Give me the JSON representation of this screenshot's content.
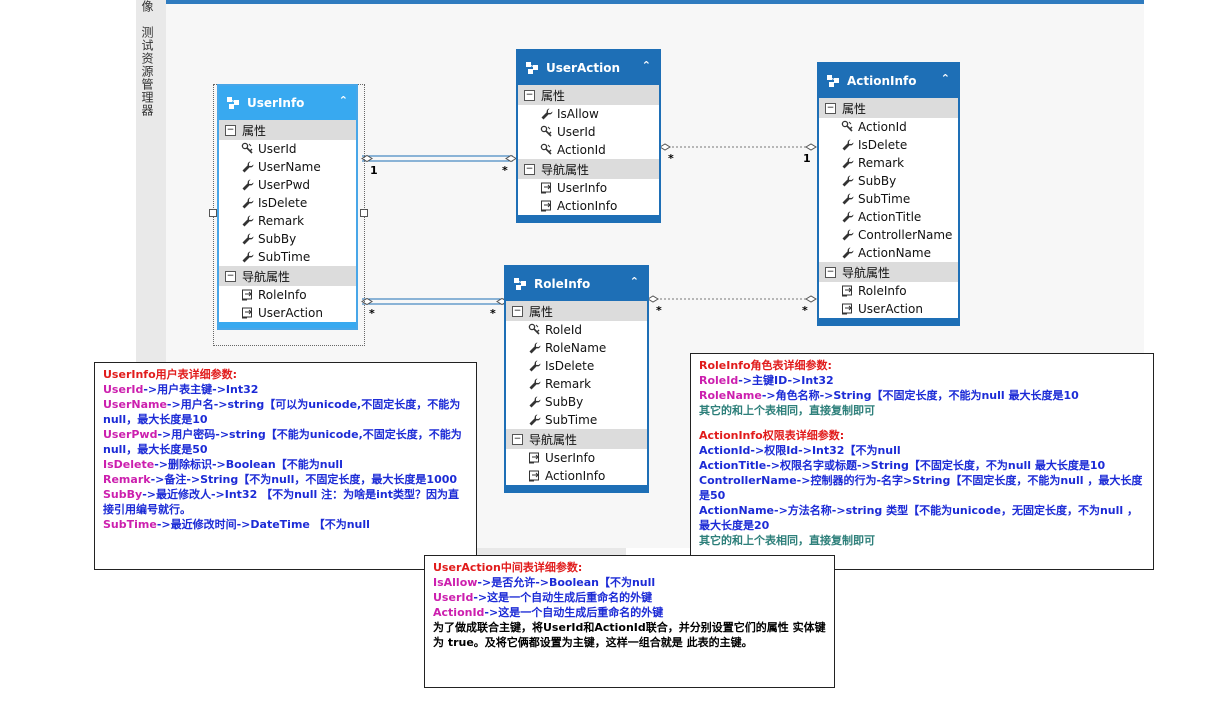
{
  "side_tabs": [
    "像",
    "测试资源管理器"
  ],
  "entities": {
    "userinfo": {
      "title": "UserInfo",
      "props_label": "属性",
      "nav_label": "导航属性",
      "props": [
        {
          "name": "UserId",
          "key": true
        },
        {
          "name": "UserName",
          "key": false
        },
        {
          "name": "UserPwd",
          "key": false
        },
        {
          "name": "IsDelete",
          "key": false
        },
        {
          "name": "Remark",
          "key": false
        },
        {
          "name": "SubBy",
          "key": false
        },
        {
          "name": "SubTime",
          "key": false
        }
      ],
      "navs": [
        "RoleInfo",
        "UserAction"
      ]
    },
    "useraction": {
      "title": "UserAction",
      "props_label": "属性",
      "nav_label": "导航属性",
      "props": [
        {
          "name": "IsAllow",
          "key": false
        },
        {
          "name": "UserId",
          "key": true
        },
        {
          "name": "ActionId",
          "key": true
        }
      ],
      "navs": [
        "UserInfo",
        "ActionInfo"
      ]
    },
    "actioninfo": {
      "title": "ActionInfo",
      "props_label": "属性",
      "nav_label": "导航属性",
      "props": [
        {
          "name": "ActionId",
          "key": true
        },
        {
          "name": "IsDelete",
          "key": false
        },
        {
          "name": "Remark",
          "key": false
        },
        {
          "name": "SubBy",
          "key": false
        },
        {
          "name": "SubTime",
          "key": false
        },
        {
          "name": "ActionTitle",
          "key": false
        },
        {
          "name": "ControllerName",
          "key": false
        },
        {
          "name": "ActionName",
          "key": false
        }
      ],
      "navs": [
        "RoleInfo",
        "UserAction"
      ]
    },
    "roleinfo": {
      "title": "RoleInfo",
      "props_label": "属性",
      "nav_label": "导航属性",
      "props": [
        {
          "name": "RoleId",
          "key": true
        },
        {
          "name": "RoleName",
          "key": false
        },
        {
          "name": "IsDelete",
          "key": false
        },
        {
          "name": "Remark",
          "key": false
        },
        {
          "name": "SubBy",
          "key": false
        },
        {
          "name": "SubTime",
          "key": false
        }
      ],
      "navs": [
        "UserInfo",
        "ActionInfo"
      ]
    }
  },
  "multiplicities": {
    "ui_ua_left": "1",
    "ui_ua_right": "*",
    "ua_ai_left": "*",
    "ua_ai_right": "1",
    "ui_ri_left": "*",
    "ui_ri_right": "*",
    "ri_ai_left": "*",
    "ri_ai_right": "*"
  },
  "notes": {
    "userinfo": [
      [
        {
          "c": "red",
          "t": "UserInfo用户表详细参数:"
        }
      ],
      [
        {
          "c": "mag",
          "t": "UserId"
        },
        {
          "c": "blue",
          "t": "->用户表主键->Int32"
        }
      ],
      [
        {
          "c": "mag",
          "t": "UserName"
        },
        {
          "c": "blue",
          "t": "->用户名->string【可以为unicode,不固定长度，不能为null，最大长度是10"
        }
      ],
      [
        {
          "c": "mag",
          "t": "UserPwd"
        },
        {
          "c": "blue",
          "t": "->用户密码->string【不能为unicode,不固定长度，不能为null，最大长度是50"
        }
      ],
      [
        {
          "c": "mag",
          "t": "IsDelete"
        },
        {
          "c": "blue",
          "t": "->删除标识->Boolean【不能为null"
        }
      ],
      [
        {
          "c": "mag",
          "t": "Remark"
        },
        {
          "c": "blue",
          "t": "->备注->String【不为null，不固定长度，最大长度是1000"
        }
      ],
      [
        {
          "c": "mag",
          "t": "SubBy"
        },
        {
          "c": "blue",
          "t": "->最近修改人->Int32 【不为null 注：为啥是int类型？因为直接引用编号就行。"
        }
      ],
      [
        {
          "c": "mag",
          "t": "SubTime"
        },
        {
          "c": "blue",
          "t": "->最近修改时间->DateTime 【不为null"
        }
      ]
    ],
    "roleaction": [
      [
        {
          "c": "red",
          "t": "RoleInfo角色表详细参数:"
        }
      ],
      [
        {
          "c": "mag",
          "t": "RoleId"
        },
        {
          "c": "blue",
          "t": "->主键ID->Int32"
        }
      ],
      [
        {
          "c": "mag",
          "t": "RoleName"
        },
        {
          "c": "blue",
          "t": "->角色名称->String【不固定长度，不能为null 最大长度是10"
        }
      ],
      [
        {
          "c": "teal",
          "t": "其它的和上个表相同，直接复制即可"
        }
      ],
      "gap",
      [
        {
          "c": "red",
          "t": "ActionInfo权限表详细参数:"
        }
      ],
      [
        {
          "c": "blue",
          "t": "ActionId->权限Id->Int32【不为null"
        }
      ],
      [
        {
          "c": "blue",
          "t": "ActionTitle->权限名字或标题->String【不固定长度，不为null 最大长度是10"
        }
      ],
      [
        {
          "c": "blue",
          "t": "ControllerName->控制器的行为-名字>String【不固定长度，不能为null ，最大长度是50"
        }
      ],
      [
        {
          "c": "blue",
          "t": "ActionName->方法名称->string 类型【不能为unicode，无固定长度，不为null ，最大长度是20"
        }
      ],
      [
        {
          "c": "teal",
          "t": "其它的和上个表相同，直接复制即可"
        }
      ]
    ],
    "useraction": [
      [
        {
          "c": "red",
          "t": "UserAction中间表详细参数:"
        }
      ],
      [
        {
          "c": "mag",
          "t": "IsAllow"
        },
        {
          "c": "blue",
          "t": "->是否允许->Boolean【不为null"
        }
      ],
      [
        {
          "c": "mag",
          "t": "UserId"
        },
        {
          "c": "blue",
          "t": "->这是一个自动生成后重命名的外键"
        }
      ],
      [
        {
          "c": "mag",
          "t": "ActionId"
        },
        {
          "c": "blue",
          "t": "->这是一个自动生成后重命名的外键"
        }
      ],
      [
        {
          "c": "blk",
          "t": "为了做成联合主键，将UserId和ActionId联合，并分别设置它们的属性 实体键 为 true。及将它俩都设置为主键，这样一组合就是 此表的主键。"
        }
      ]
    ]
  },
  "colors": {
    "entity_header": "#1e6fb6",
    "entity_header_selected": "#38a9f0",
    "note_red": "#e11b1b",
    "note_magenta": "#cc1fae",
    "note_blue": "#1c2bd6",
    "note_teal": "#2d7f7a"
  },
  "icons": {
    "entity": "entity-type-icon",
    "key_property": "key-property-icon",
    "property": "wrench-property-icon",
    "navigation": "navigation-property-icon"
  }
}
